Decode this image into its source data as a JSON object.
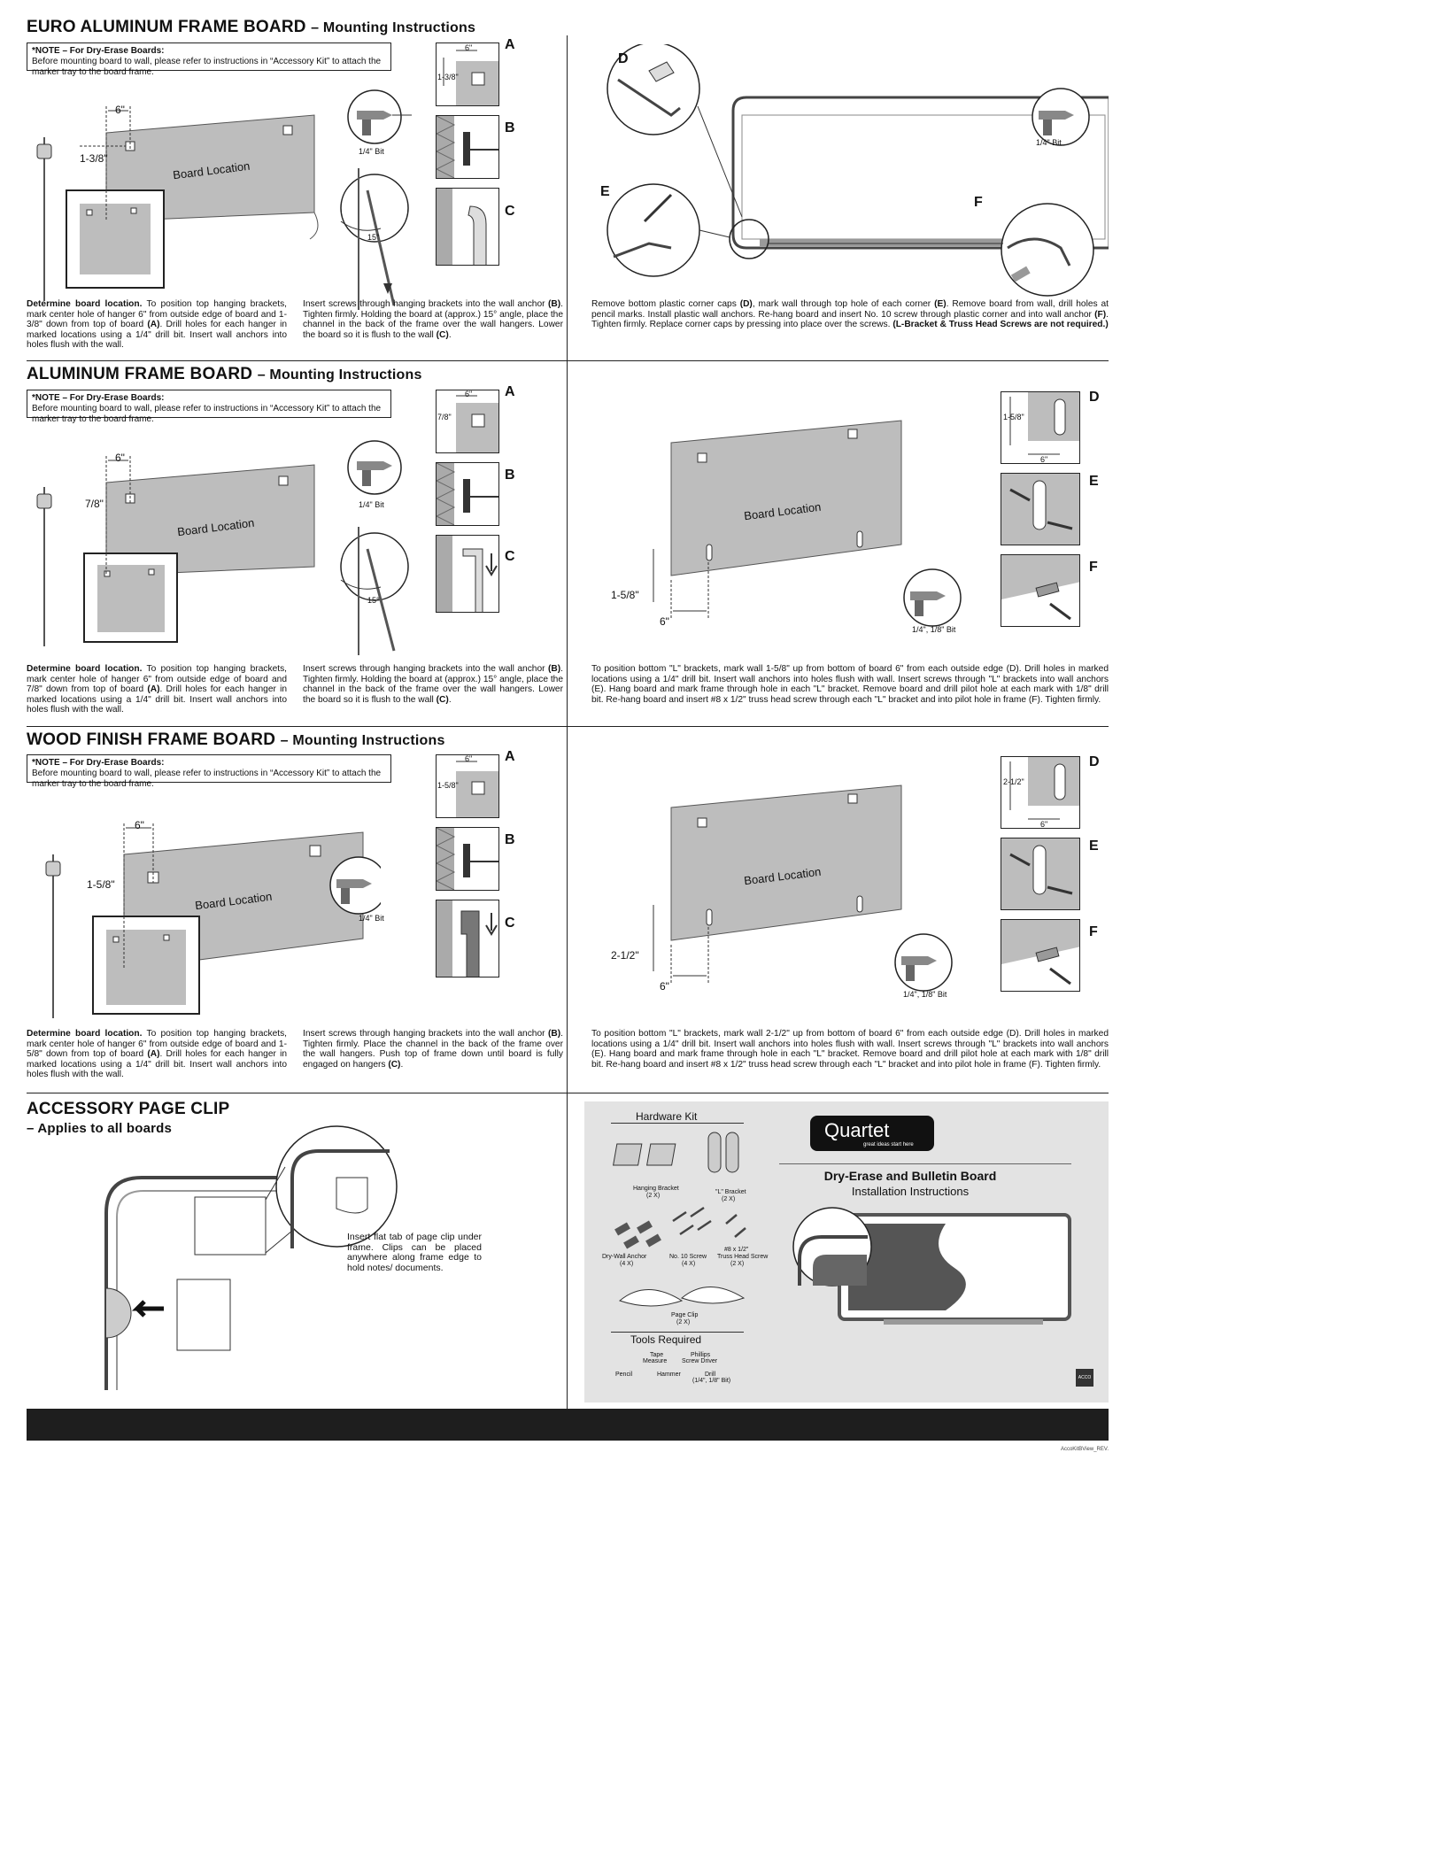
{
  "sections": {
    "euro": {
      "title": "EURO ALUMINUM FRAME BOARD",
      "subtitle": "– Mounting Instructions",
      "note_head": "*NOTE – For Dry-Erase Boards:",
      "note_body": "Before mounting board to wall, please refer to instructions in “Accessory Kit” to attach the marker tray to the board frame.",
      "board_label": "Board Location",
      "dim_h": "6\"",
      "dim_v": "1-3/8\"",
      "inset_dim_h": "6\"",
      "inset_dim_v": "1-3/8\"",
      "drill_label": "1/4\" Bit",
      "angle_label": "15°",
      "letters": [
        "A",
        "B",
        "C",
        "D",
        "E",
        "F"
      ],
      "text1_a": "Determine board location.",
      "text1_b": "To position top hanging brackets, mark center hole of hanger 6\" from outside edge of board and 1-3/8\" down from top of board",
      "text1_c": "(A)",
      "text1_d": ". Drill holes for each hanger in marked locations using a 1/4\" drill bit. Insert wall anchors into holes flush with the wall.",
      "text2_a": "Insert screws through hanging brackets into the wall anchor",
      "text2_b": "(B)",
      "text2_c": ". Tighten firmly. Holding the board at (approx.) 15° angle, place the channel in the back of the frame over the wall hangers. Lower the board so it is flush to the wall",
      "text2_d": "(C)",
      "text2_e": ".",
      "text3_a": "Remove bottom plastic corner caps",
      "text3_b": "(D)",
      "text3_c": ", mark wall through top hole of each corner",
      "text3_d": "(E)",
      "text3_e": ". Remove board from wall, drill holes at pencil marks. Install plastic wall anchors. Re-hang board and insert No. 10 screw through plastic corner and into wall anchor",
      "text3_f": "(F)",
      "text3_g": ". Tighten firmly. Replace corner caps by pressing into place over the screws.",
      "text3_h": "(L-Bracket & Truss Head Screws are not required.)",
      "drill_label2": "1/4\" Bit"
    },
    "alum": {
      "title": "ALUMINUM FRAME BOARD",
      "subtitle": "– Mounting Instructions",
      "note_head": "*NOTE – For Dry-Erase Boards:",
      "note_body": "Before mounting board to wall, please refer to instructions in “Accessory Kit” to attach the marker tray to the board frame.",
      "board_label": "Board Location",
      "dim_h": "6\"",
      "dim_v": "7/8\"",
      "inset_dim_h": "6\"",
      "inset_dim_v": "7/8\"",
      "drill_label": "1/4\" Bit",
      "angle_label": "15°",
      "bottom_dim_v": "1-5/8\"",
      "bottom_dim_h": "6\"",
      "inset_d_v": "1-5/8\"",
      "inset_d_h": "6\"",
      "drill_label2": "1/4\", 1/8\" Bit",
      "text1_a": "Determine board location.",
      "text1_b": "To position top hanging brackets, mark center hole of hanger 6\" from outside edge of board and 7/8\" down from top of board",
      "text1_c": "(A)",
      "text1_d": ". Drill holes for each hanger in marked locations using a 1/4\" drill bit. Insert wall anchors into holes flush with the wall.",
      "text2_a": "Insert screws through hanging brackets into the wall anchor",
      "text2_b": "(B)",
      "text2_c": ". Tighten firmly. Holding the board at (approx.) 15° angle, place the channel in the back of the frame over the wall hangers. Lower the board so it is flush to the wall",
      "text2_d": "(C)",
      "text2_e": ".",
      "text3": "To position bottom \"L\" brackets, mark wall 1-5/8\" up from bottom of board 6\" from each outside edge (D). Drill holes in marked locations using a 1/4\" drill bit. Insert wall anchors into holes flush with wall. Insert screws through \"L\" brackets into wall anchors (E). Hang board and mark frame through hole in each \"L\" bracket. Remove board and drill pilot hole at each mark with 1/8\" drill bit. Re-hang board and insert #8 x 1/2\" truss head screw through each \"L\" bracket and into pilot hole in frame (F). Tighten firmly."
    },
    "wood": {
      "title": "WOOD FINISH FRAME BOARD",
      "subtitle": "– Mounting Instructions",
      "note_head": "*NOTE – For Dry-Erase Boards:",
      "note_body": "Before mounting board to wall, please refer to instructions in “Accessory Kit” to attach the marker tray to the board frame.",
      "board_label": "Board Location",
      "dim_h": "6\"",
      "dim_v": "1-5/8\"",
      "inset_dim_h": "6\"",
      "inset_dim_v": "1-5/8\"",
      "drill_label": "1/4\" Bit",
      "bottom_dim_v": "2-1/2\"",
      "bottom_dim_h": "6\"",
      "inset_d_v": "2-1/2\"",
      "inset_d_h": "6\"",
      "drill_label2": "1/4\", 1/8\" Bit",
      "text1_a": "Determine board location.",
      "text1_b": "To position top hanging brackets, mark center hole of hanger 6\" from outside edge of board and 1-5/8\" down from top of board",
      "text1_c": "(A)",
      "text1_d": ". Drill holes for each hanger in marked locations using a 1/4\" drill bit. Insert wall anchors into holes flush with the wall.",
      "text2_a": "Insert screws through hanging brackets into the wall anchor",
      "text2_b": "(B)",
      "text2_c": ". Tighten firmly. Place the channel in the back of the frame over the wall hangers. Push top of frame down until board is fully engaged on hangers",
      "text2_d": "(C)",
      "text2_e": ".",
      "text3": "To position bottom \"L\" brackets, mark wall 2-1/2\" up from bottom of board 6\" from each outside edge (D). Drill holes in marked locations using a 1/4\" drill bit. Insert wall anchors into holes flush with wall. Insert screws through \"L\" brackets into wall anchors (E). Hang board and mark frame through hole in each \"L\" bracket. Remove board and drill pilot hole at each mark with 1/8\" drill bit. Re-hang board and insert #8 x 1/2\" truss head screw through each \"L\" bracket and into pilot hole in frame (F). Tighten firmly."
    },
    "clip": {
      "title": "ACCESSORY PAGE CLIP",
      "subtitle": "– Applies to all boards",
      "text": "Insert flat tab of page clip under frame. Clips can be placed anywhere along frame edge to hold notes/ documents."
    }
  },
  "hardware": {
    "kit_title": "Hardware Kit",
    "hanging_bracket": "Hanging Bracket",
    "hanging_bracket_qty": "(2 X)",
    "l_bracket": "\"L\" Bracket",
    "l_bracket_qty": "(2 X)",
    "anchor": "Dry-Wall Anchor",
    "anchor_qty": "(4 X)",
    "screw": "No. 10 Screw",
    "screw_qty": "(4 X)",
    "truss": "#8 x 1/2\"",
    "truss2": "Truss Head Screw",
    "truss_qty": "(2 X)",
    "clip": "Page Clip",
    "clip_qty": "(2 X)",
    "tools_title": "Tools Required",
    "tape": "Tape",
    "tape2": "Measure",
    "phillips": "Phillips",
    "phillips2": "Screw Driver",
    "pencil": "Pencil",
    "hammer": "Hammer",
    "drill": "Drill",
    "drill2": "(1/4\", 1/8\" Bit)"
  },
  "brand": {
    "logo": "Quartet",
    "tagline": "great ideas start here",
    "product_title": "Dry-Erase and Bulletin Board",
    "product_sub": "Installation Instructions",
    "maker": "ACCO"
  },
  "footer_code": "AccoKitBView_REV.",
  "colors": {
    "board_gray": "#bdbdbd",
    "wall_gray": "#cfcfcf",
    "footer_bar": "#1e1e1e",
    "brand_panel": "#e3e3e3"
  }
}
